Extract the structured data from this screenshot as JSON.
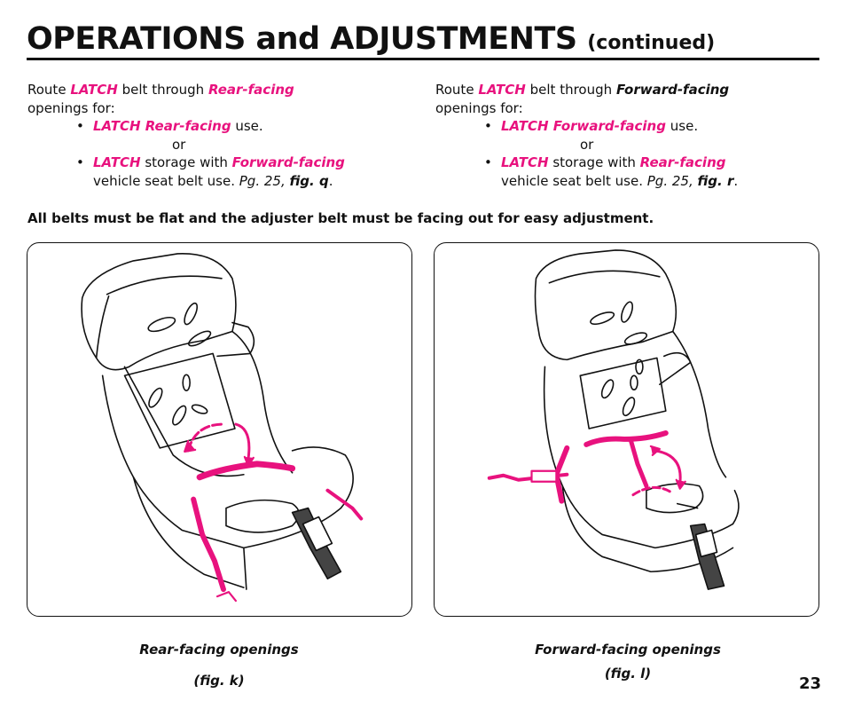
{
  "header": {
    "title": "OPERATIONS and ADJUSTMENTS",
    "continued": "(continued)"
  },
  "left": {
    "route": "Route",
    "latch": "LATCH",
    "belt_through": "belt through",
    "rear_facing": "Rear-facing",
    "openings_for": "openings for:",
    "bullet_dot": "•",
    "b1_name": "LATCH Rear-facing",
    "b1_use": "use.",
    "or": "or",
    "b2_latch": "LATCH",
    "b2_storage": "storage with",
    "b2_mode": "Forward-facing",
    "b2_vehicle": "vehicle seat belt use.",
    "b2_pg": "Pg. 25,",
    "b2_fig": "fig. q",
    "period": "."
  },
  "right": {
    "route": "Route",
    "latch": "LATCH",
    "belt_through": "belt through",
    "forward_facing": "Forward-facing",
    "openings_for": "openings for:",
    "bullet_dot": "•",
    "b1_name": "LATCH Forward-facing",
    "b1_use": "use.",
    "or": "or",
    "b2_latch": "LATCH",
    "b2_storage": "storage with",
    "b2_mode": "Rear-facing",
    "b2_vehicle": "vehicle seat belt use.",
    "b2_pg": "Pg. 25,",
    "b2_fig": "fig. r",
    "period": "."
  },
  "note": "All belts must be flat and the adjuster belt must be facing out for easy adjustment.",
  "figures": {
    "k": {
      "caption": "Rear-facing openings",
      "label": "(fig. k)"
    },
    "l": {
      "caption": "Forward-facing openings",
      "label": "(fig. l)"
    }
  },
  "page_number": "23",
  "colors": {
    "accent": "#e8127e",
    "text": "#111111"
  }
}
